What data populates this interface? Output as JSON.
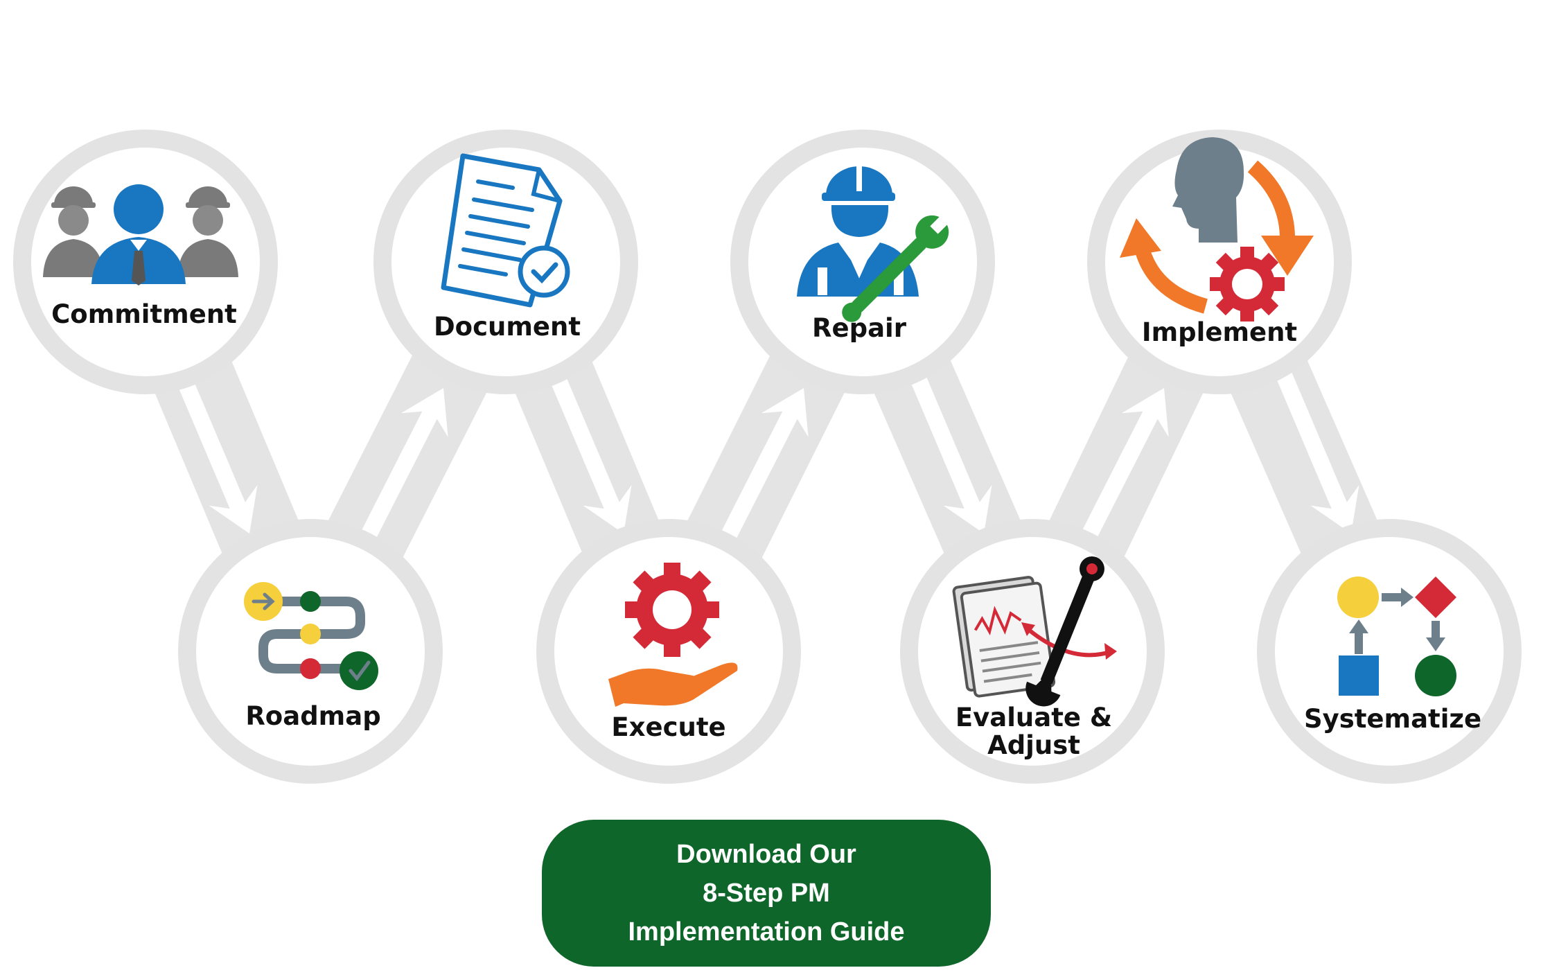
{
  "colors": {
    "accent_green": "#0f662a",
    "blue": "#1877c0",
    "red": "#d42a38",
    "yellow": "#f5cf3c",
    "orange": "#f07828",
    "gray": "#6e7f8c",
    "track": "#e8e8e8",
    "arrow": "#dcdcdc"
  },
  "steps": [
    {
      "label": "Commitment",
      "icon": "team-leader-icon"
    },
    {
      "label": "Roadmap",
      "icon": "roadmap-path-icon"
    },
    {
      "label": "Document",
      "icon": "document-check-icon"
    },
    {
      "label": "Execute",
      "icon": "gear-hand-icon"
    },
    {
      "label": "Repair",
      "icon": "worker-wrench-icon"
    },
    {
      "label": "Evaluate &",
      "label2": "Adjust",
      "icon": "report-wrench-icon"
    },
    {
      "label": "Implement",
      "icon": "head-gear-cycle-icon"
    },
    {
      "label": "Systematize",
      "icon": "flowchart-icon"
    }
  ],
  "cta": {
    "line1": "Download Our",
    "line2": "8-Step PM",
    "line3": "Implementation Guide"
  }
}
